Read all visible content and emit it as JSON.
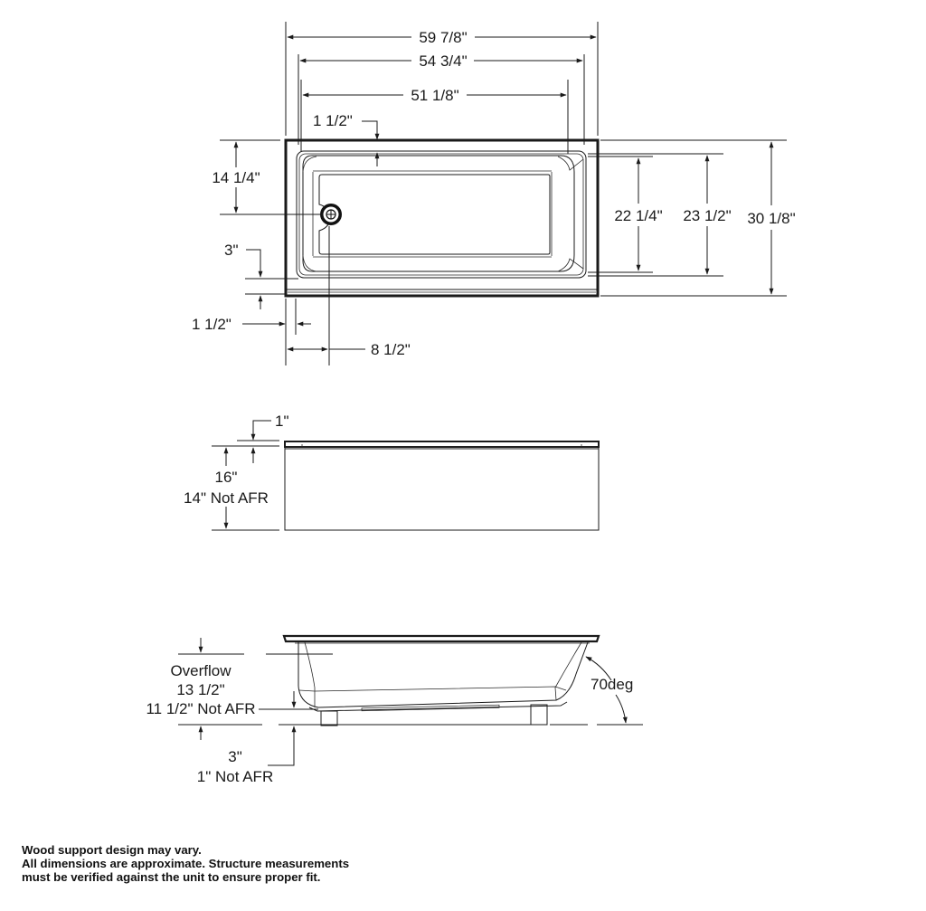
{
  "top_view": {
    "overall_length": "59 7/8\"",
    "inner_length": "54 3/4\"",
    "basin_length": "51 1/8\"",
    "top_rim_offset": "1 1/2\"",
    "drain_from_back": "14 1/4\"",
    "front_apron_offset": "3\"",
    "side_rim_offset": "1 1/2\"",
    "drain_from_left": "8 1/2\"",
    "basin_width": "22 1/4\"",
    "inner_width": "23 1/2\"",
    "overall_width": "30 1/8\""
  },
  "front_view": {
    "rim_thickness": "1\"",
    "height": "16\"",
    "height_not_afr": "14\" Not AFR"
  },
  "side_view": {
    "overflow_label": "Overflow",
    "overflow_height": "13 1/2\"",
    "overflow_height_not_afr": "11 1/2\" Not AFR",
    "angle": "70deg",
    "leg_height": "3\"",
    "leg_height_not_afr": "1\" Not AFR"
  },
  "notes": [
    "Wood support design may vary.",
    "All dimensions are approximate. Structure measurements",
    "must be verified against the unit to ensure proper fit."
  ]
}
